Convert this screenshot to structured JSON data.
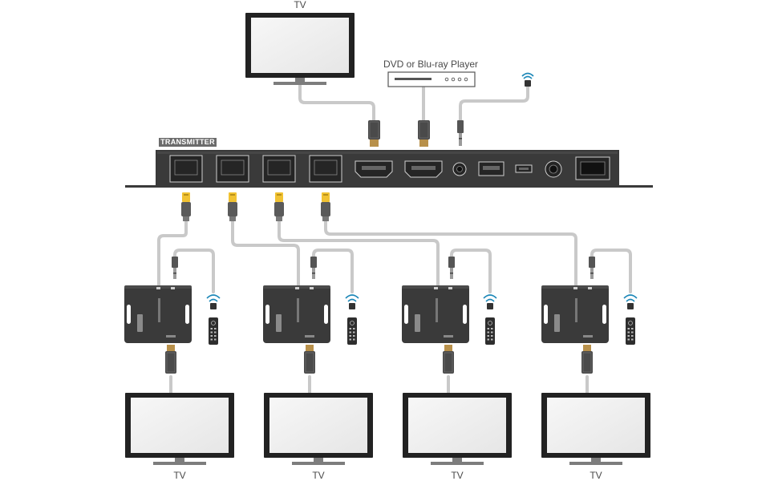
{
  "labels": {
    "tv_top": "TV",
    "dvd_player": "DVD or Blu-ray Player",
    "transmitter": "TRANSMITTER",
    "tv_bottom": [
      "TV",
      "TV",
      "TV",
      "TV"
    ]
  },
  "colors": {
    "device_body": "#3a3a3a",
    "port": "#222222",
    "cable": "#c8c8c8",
    "ethernet_plug": "#f1c232",
    "ir_wave": "#1e88b8",
    "tv_frame": "#222222",
    "tv_screen": "#f2f2f2",
    "tv_stand": "#7d7d7d"
  },
  "icons": {
    "tv": "tv-icon",
    "dvd": "dvd-player-icon",
    "ir_sensor": "ir-sensor-icon",
    "remote": "remote-control-icon",
    "hdmi_plug": "hdmi-plug-icon",
    "audio_plug": "audio-jack-icon",
    "rj45_plug": "rj45-plug-icon",
    "receiver": "receiver-icon"
  }
}
